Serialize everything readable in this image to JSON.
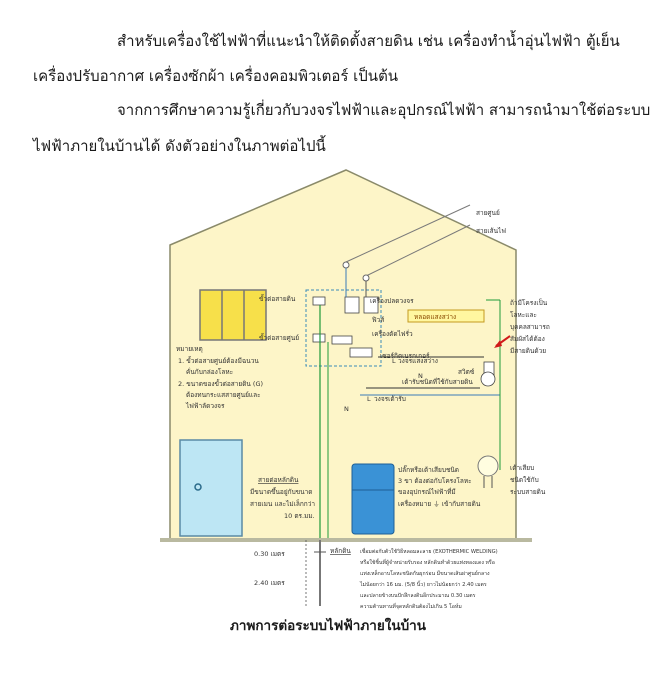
{
  "paragraphs": [
    "สำหรับเครื่องใช้ไฟฟ้าที่แนะนำให้ติดตั้งสายดิน เช่น เครื่องทำน้ำอุ่นไฟฟ้า ตู้เย็น",
    "เครื่องปรับอากาศ เครื่องซักผ้า เครื่องคอมพิวเตอร์ เป็นต้น",
    "จากการศึกษาความรู้เกี่ยวกับวงจรไฟฟ้าและอุปกรณ์ไฟฟ้า สามารถนำมาใช้ต่อระบบ",
    "ไฟฟ้าภายในบ้านได้ ดังตัวอย่างในภาพต่อไปนี้"
  ],
  "diagram": {
    "wire_neutral": "สายศูนย์",
    "wire_line": "สายเส้นไฟ",
    "main_breaker": "เครื่องปลดวงจร",
    "fuse": "ฟิวส์",
    "cutout": "เครื่องตัดไฟรั่ว",
    "circuit_breaker": "เซอร์กิตเบรกเกอร์",
    "ground_terminal": "ขั้วต่อสายดิน",
    "neutral_terminal": "ขั้วต่อสายศูนย์",
    "lamp": "หลอดแสงสว่าง",
    "lighting_circuit": "วงจรแสงสว่าง",
    "switch": "สวิตซ์",
    "socket_circuit": "วงจรเต้ารับ",
    "socket_grounded": "เต้ารับชนิดที่ใช้กับสายดิน",
    "metal_case_note": [
      "ถ้ามีโครงเป็น",
      "โลหะและ",
      "บุคคลสามารถ",
      "สัมผัสได้ต้อง",
      "มีสายดินด้วย"
    ],
    "note_title": "หมายเหตุ",
    "note_1": [
      "1. ขั้วต่อสายศูนย์ต้องมีฉนวน",
      "คั่นกับกล่องโลหะ"
    ],
    "note_2": [
      "2. ขนาดของขั้วต่อสายดิน (G)",
      "ต้องทนกระแสสายศูนย์และ",
      "ไฟฟ้าลัดวงจร"
    ],
    "plug_note": [
      "ปลั๊กหรือเต้าเสียบชนิด",
      "3 ขา ต้องต่อกับโครงโลหะ",
      "ของอุปกรณ์ไฟฟ้าที่มี"
    ],
    "plug_symbol": "เครื่องหมาย ⏚ เข้ากับสายดิน",
    "plug_right_note": [
      "เต้าเสียบ",
      "ชนิดใช้กับ",
      "ระบบสายดิน"
    ],
    "ground_wire_title": "สายต่อหลักดิน",
    "ground_wire_note": [
      "มีขนาดขึ้นอยู่กับขนาด",
      "สายเมน และไม่เล็กกว่า",
      "10 ตร.มม."
    ],
    "depth_top": "0.30 เมตร",
    "depth_bottom": "2.40 เมตร",
    "ground_rod_title": "หลักดิน",
    "ground_rod_note": [
      "เชื่อมต่อกับตัวใช้วิธีหลอมละลาย (EXOTHERMIC WELDING)",
      "หรือใช้ชิ้นที่ผู้จำหน่ายรับรอง หลักดินทำด้วยแท่งทองแดง หรือ",
      "แท่งเหล็กอาบโลหะชนิดกันผุกร่อน มีขนาดเส้นผ่าศูนย์กลาง",
      "ไม่น้อยกว่า 16 มม. (5/8 นิ้ว) ยาวไม่น้อยกว่า 2.40 เมตร",
      "และปลายข้างบนปักลึกลงดินอีกประมาณ 0.30 เมตร",
      "ความต้านทานที่จุดหลักดินต้องไม่เกิน 5 โอห์ม"
    ],
    "label_N": "N",
    "label_L": "L"
  },
  "caption": "ภาพการต่อระบบไฟฟ้าภายในบ้าน"
}
